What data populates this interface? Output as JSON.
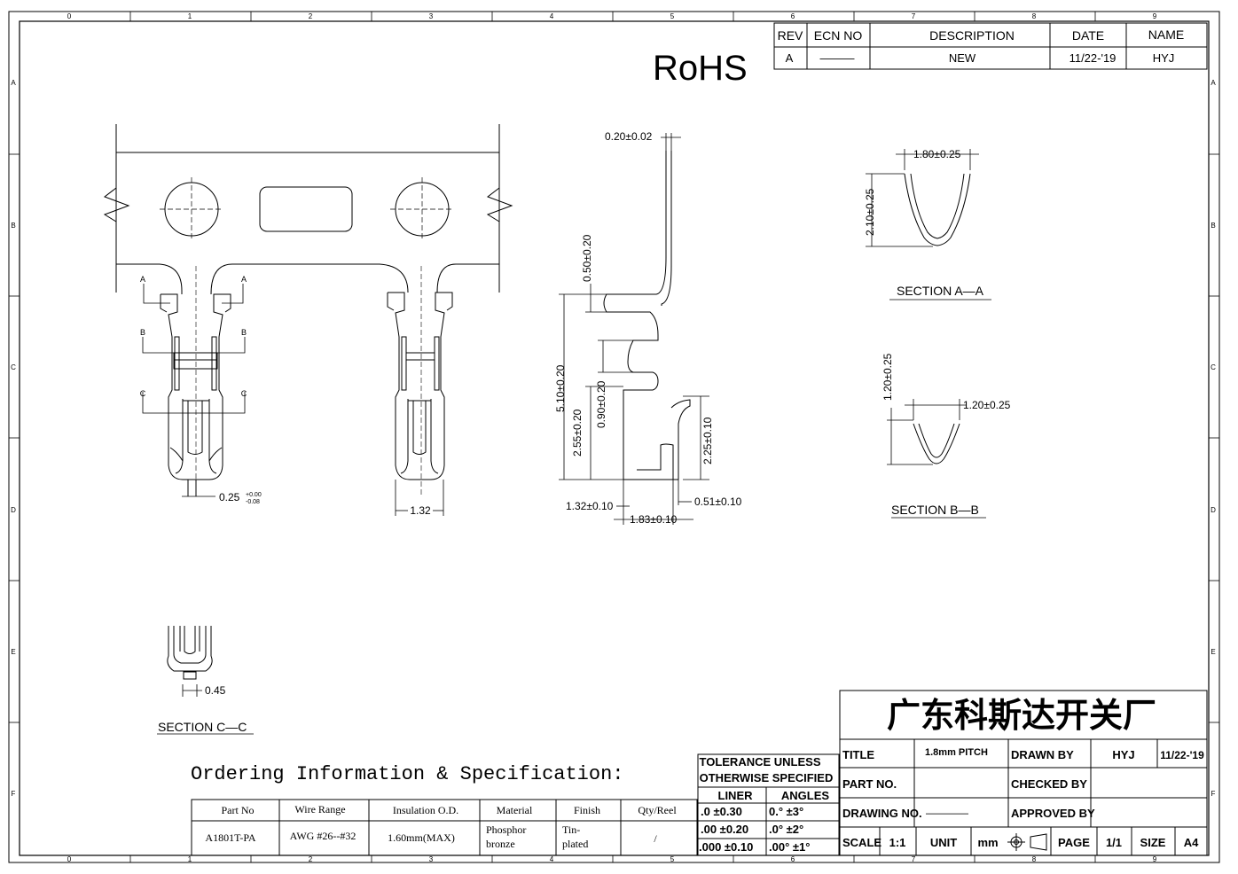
{
  "rohs": "RoHS",
  "grid": {
    "columns": [
      "0",
      "1",
      "2",
      "3",
      "4",
      "5",
      "6",
      "7",
      "8",
      "9"
    ],
    "rows": [
      "A",
      "B",
      "C",
      "D",
      "E",
      "F"
    ]
  },
  "revision": {
    "headers": [
      "REV",
      "ECN NO",
      "DESCRIPTION",
      "DATE",
      "NAME"
    ],
    "row": [
      "A",
      "———",
      "NEW",
      "11/22-'19",
      "HYJ"
    ]
  },
  "dims": {
    "thickness": "0.20±0.02",
    "d050": "0.50±0.20",
    "d510": "5.10±0.20",
    "d255": "2.55±0.20",
    "d090": "0.90±0.20",
    "d225": "2.25±0.10",
    "d132t": "1.32±0.10",
    "d183": "1.83±0.10",
    "d051": "0.51±0.10",
    "d025": "0.25",
    "d025_plus": "+0.00",
    "d025_minus": "-0.08",
    "d132": "1.32",
    "d180": "1.80±0.25",
    "d210": "2.10±0.25",
    "d120h": "1.20±0.25",
    "d120v": "1.20±0.25",
    "d045": "0.45"
  },
  "markers": {
    "a": "A",
    "b": "B",
    "c": "C"
  },
  "sections": {
    "aa": "SECTION  A—A",
    "bb": "SECTION  B—B",
    "cc": "SECTION  C—C"
  },
  "ordering": {
    "title": "Ordering Information & Specification:",
    "headers": [
      "Part No",
      "Wire Range",
      "Insulation O.D.",
      "Material",
      "Finish",
      "Qty/Reel"
    ],
    "row": [
      "A1801T-PA",
      "AWG #26--#32",
      "1.60mm(MAX)",
      "Phosphor\nbronze",
      "Tin-\nplated",
      "/"
    ]
  },
  "tolerance": {
    "title1": "TOLERANCE UNLESS",
    "title2": "OTHERWISE SPECIFIED",
    "liner": "LINER",
    "angles": "ANGLES",
    "rows": [
      [
        ".0  ±0.30",
        "0.°  ±3°"
      ],
      [
        ".00  ±0.20",
        ".0°  ±2°"
      ],
      [
        ".000 ±0.10",
        ".00° ±1°"
      ]
    ]
  },
  "titleblock": {
    "company": "广东科斯达开关厂",
    "title_label": "TITLE",
    "title_value": "1.8mm PITCH",
    "drawn_by_label": "DRAWN BY",
    "drawn_by": "HYJ",
    "drawn_date": "11/22-'19",
    "part_no_label": "PART NO.",
    "checked_by_label": "CHECKED BY",
    "drawing_no_label": "DRAWING NO.",
    "drawing_no": "————",
    "approved_by_label": "APPROVED BY",
    "scale_label": "SCALE",
    "scale": "1:1",
    "unit_label": "UNIT",
    "unit": "mm",
    "page_label": "PAGE",
    "page": "1/1",
    "size_label": "SIZE",
    "size": "A4"
  }
}
